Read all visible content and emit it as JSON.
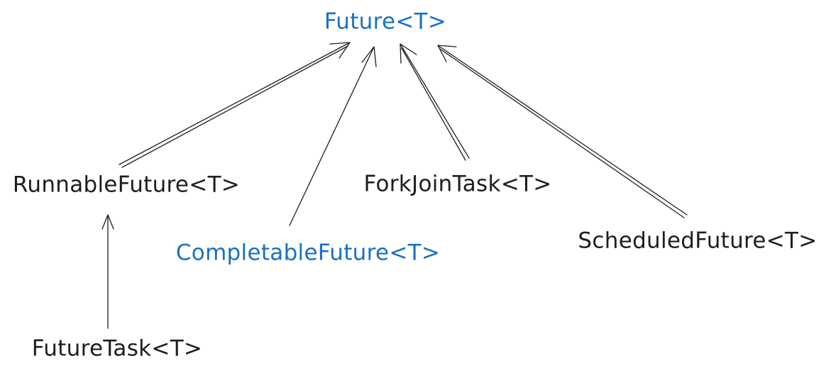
{
  "colors": {
    "highlight": "#1971c2",
    "text": "#1e1e1e",
    "edge": "#1e1e1e"
  },
  "nodes": {
    "future": {
      "label": "Future<T>",
      "color": "#1971c2"
    },
    "runnable_future": {
      "label": "RunnableFuture<T>",
      "color": "#1e1e1e"
    },
    "fork_join_task": {
      "label": "ForkJoinTask<T>",
      "color": "#1e1e1e"
    },
    "completable_future": {
      "label": "CompletableFuture<T>",
      "color": "#1971c2"
    },
    "scheduled_future": {
      "label": "ScheduledFuture<T>",
      "color": "#1e1e1e"
    },
    "future_task": {
      "label": "FutureTask<T>",
      "color": "#1e1e1e"
    }
  },
  "edges": [
    {
      "from": "runnable_future",
      "to": "future"
    },
    {
      "from": "completable_future",
      "to": "future"
    },
    {
      "from": "fork_join_task",
      "to": "future"
    },
    {
      "from": "scheduled_future",
      "to": "future"
    },
    {
      "from": "future_task",
      "to": "runnable_future"
    }
  ]
}
